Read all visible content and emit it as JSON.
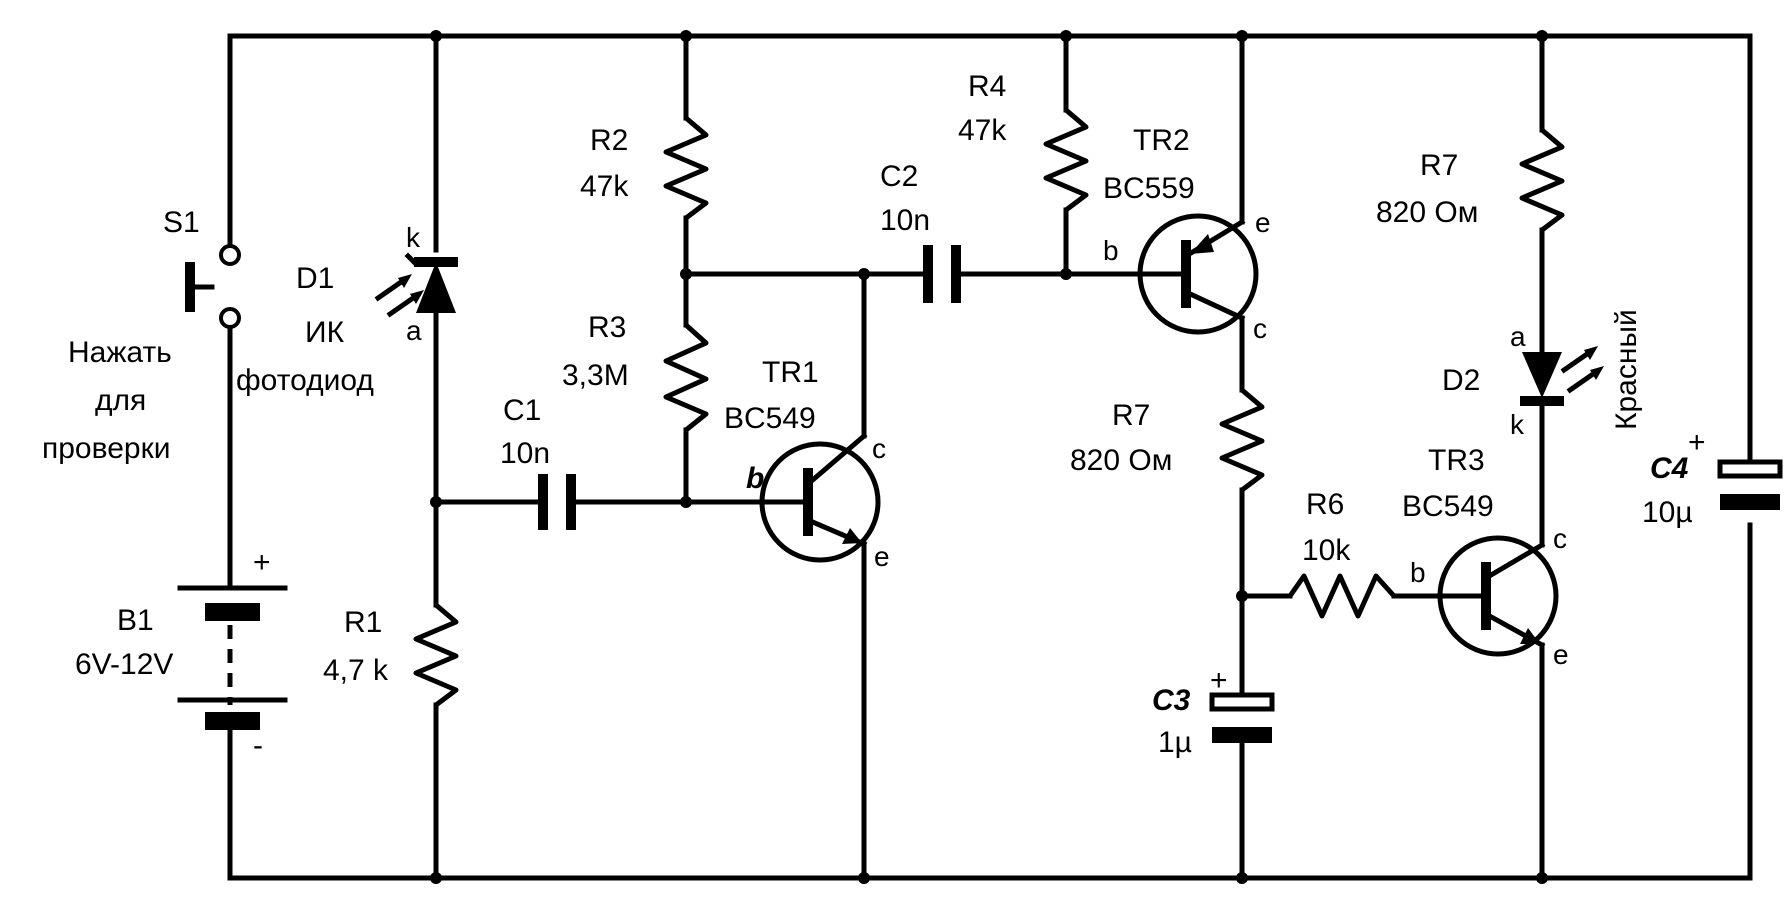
{
  "s1": {
    "ref": "S1",
    "note": [
      "Нажать",
      "для",
      "проверки"
    ]
  },
  "b1": {
    "ref": "B1",
    "value": "6V-12V",
    "plus": "+",
    "minus": "-"
  },
  "d1": {
    "ref": "D1",
    "type": "ИК",
    "desc": "фотодиод",
    "pin_k": "k",
    "pin_a": "a"
  },
  "r1": {
    "ref": "R1",
    "value": "4,7 k"
  },
  "c1": {
    "ref": "C1",
    "value": "10n"
  },
  "r2": {
    "ref": "R2",
    "value": "47k"
  },
  "r3": {
    "ref": "R3",
    "value": "3,3M"
  },
  "tr1": {
    "ref": "TR1",
    "model": "BC549",
    "pin_b": "b",
    "pin_c": "c",
    "pin_e": "e"
  },
  "c2": {
    "ref": "C2",
    "value": "10n"
  },
  "r4": {
    "ref": "R4",
    "value": "47k"
  },
  "tr2": {
    "ref": "TR2",
    "model": "BC559",
    "pin_b": "b",
    "pin_c": "c",
    "pin_e": "e"
  },
  "r7a": {
    "ref": "R7",
    "value": "820 Ом"
  },
  "r6": {
    "ref": "R6",
    "value": "10k"
  },
  "c3": {
    "ref": "C3",
    "value": "1µ",
    "plus": "+"
  },
  "r7b": {
    "ref": "R7",
    "value": "820 Ом"
  },
  "d2": {
    "ref": "D2",
    "color": "Красный",
    "pin_a": "a",
    "pin_k": "k"
  },
  "tr3": {
    "ref": "TR3",
    "model": "BC549",
    "pin_b": "b",
    "pin_c": "c",
    "pin_e": "e"
  },
  "c4": {
    "ref": "C4",
    "value": "10µ",
    "plus": "+"
  }
}
